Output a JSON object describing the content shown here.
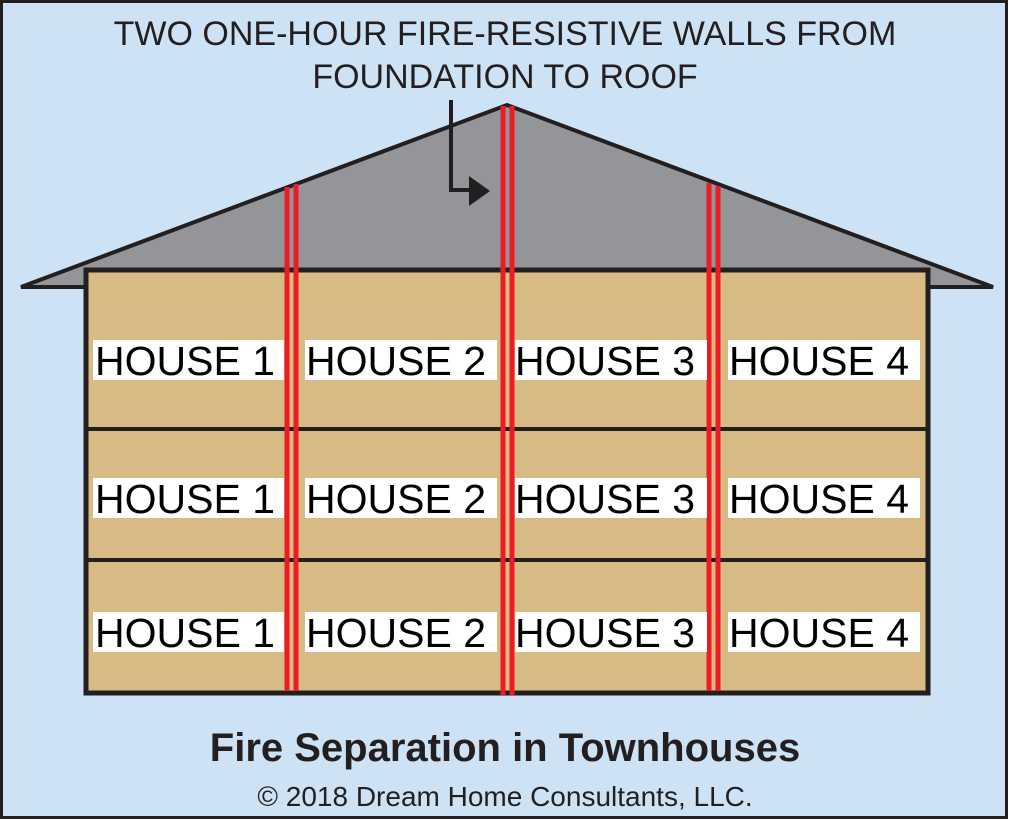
{
  "callout": {
    "line1": "TWO ONE-HOUR FIRE-RESISTIVE WALLS FROM",
    "line2": "FOUNDATION TO ROOF"
  },
  "floors": [
    [
      "HOUSE 1",
      "HOUSE 2",
      "HOUSE 3",
      "HOUSE 4"
    ],
    [
      "HOUSE 1",
      "HOUSE 2",
      "HOUSE 3",
      "HOUSE 4"
    ],
    [
      "HOUSE 1",
      "HOUSE 2",
      "HOUSE 3",
      "HOUSE 4"
    ]
  ],
  "title": "Fire Separation in Townhouses",
  "copyright": "© 2018 Dream Home Consultants, LLC.",
  "colors": {
    "sky": "#cde3f5",
    "roof": "#939598",
    "body": "#d8ba85",
    "fire_wall": "#ed1c24",
    "outline": "#231f20"
  }
}
